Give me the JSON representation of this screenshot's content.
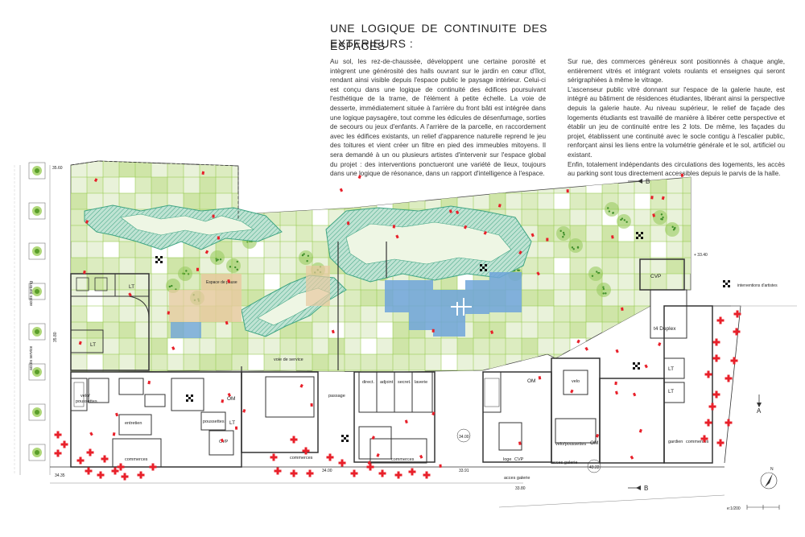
{
  "text": {
    "title_line1": "UNE LOGIQUE DE CONTINUITE DES ESPACES",
    "title_line2": "EXTERIEURS :",
    "col1": "Au sol, les rez-de-chaussée, développent une certaine porosité et intègrent une générosité des halls ouvrant sur le jardin en cœur d'îlot, rendant ainsi visible depuis l'espace public le paysage intérieur. Celui-ci est conçu dans une logique de continuité des édifices poursuivant l'esthétique de la trame, de l'élément à petite échelle. La voie de desserte, immédiatement située à l'arrière du front bâti est intégrée dans une logique paysagère, tout comme les édicules de désenfumage, sorties de secours ou jeux d'enfants. A l'arrière de la parcelle, en raccordement avec les édifices existants, un relief d'apparence naturelle reprend le jeu des toitures et vient créer un filtre  en pied des immeubles mitoyens. Il sera demandé à un ou plusieurs artistes d'intervenir sur l'espace global du projet : des interventions ponctueront une variété de lieux, toujours dans une logique de résonance, dans un rapport d'intelligence à l'espace.",
    "col2_p1": "Sur rue, des commerces généreux sont positionnés à chaque angle, entièrement vitrés et intégrant  volets roulants et enseignes qui seront sérigraphiées à même  le vitrage.",
    "col2_p2": "L'ascenseur public vitré donnant sur l'espace de la galerie haute, est intégré au bâtiment de résidences étudiantes, libérant ainsi la perspective depuis la galerie haute. Au niveau supérieur, le relief de façade des logements étudiants est travaillé de manière à libérer cette perspective et établir un jeu de continuité entre les 2 lots. De même, les façades du projet, établissent une continuité avec le socle contigu à l'escalier public, renforçant ainsi les liens entre la volumétrie générale et le sol, artificiel ou existant.",
    "col2_p3": "Enfin, totalement indépendants des circulations des logements, les accès au parking sont tous directement accessibles depuis le parvis de la halle."
  },
  "plan": {
    "levels": {
      "l3560": "35.60",
      "l3340": "+ 33.40",
      "l3435": "34.35",
      "l3400": "34.00",
      "l3391": "33.91",
      "l3380": "33.80",
      "l3400b": "34.00",
      "l4322": "43.22",
      "l3580": "35.80"
    },
    "section_labels": {
      "b_top": "B",
      "b_bottom": "B",
      "a": "A"
    },
    "legend_artists": "interventions d'artistes",
    "scale": "e:1/200",
    "north": "N",
    "street_labels": {
      "parking": "accès parking",
      "service": "accès service"
    },
    "labels": {
      "lt1": "LT",
      "lt2": "LT",
      "lt3": "LT",
      "lt4": "LT",
      "lt5": "LT",
      "cvp1": "CVP",
      "cvp2": "CVP",
      "cvp3": "CVP",
      "duplex": "t4 Duplex",
      "voie": "voie de service",
      "passage": "passage",
      "espace_pause": "Espace de pause",
      "direct": "direct.",
      "adjoint": "adjoint",
      "secret": "secret.",
      "laverie": "laverie",
      "om1": "OM",
      "om2": "OM",
      "om3": "OM",
      "velo1": "velo/",
      "poussettes1": "poussettes",
      "entretien": "entretien",
      "poussettes2": "poussettes",
      "commerces1": "commerces",
      "commerces2": "commerces",
      "commerces3": "commerces",
      "commerces4": "commerces",
      "velo2": "velo",
      "velopouss": "velo/poussettes",
      "gardien": "gardien",
      "loge": "loge",
      "acces_galerie1": "acces galerie",
      "acces_galerie2": "acces galerie"
    }
  },
  "colors": {
    "grid_green": "#8cc63f",
    "green_fill": "#e4efcf",
    "hill_teal": "#5ab5a0",
    "water_blue": "#6fa5da",
    "tan": "#e8c9a0",
    "red_cross": "#e8202a",
    "wall": "#333333"
  }
}
